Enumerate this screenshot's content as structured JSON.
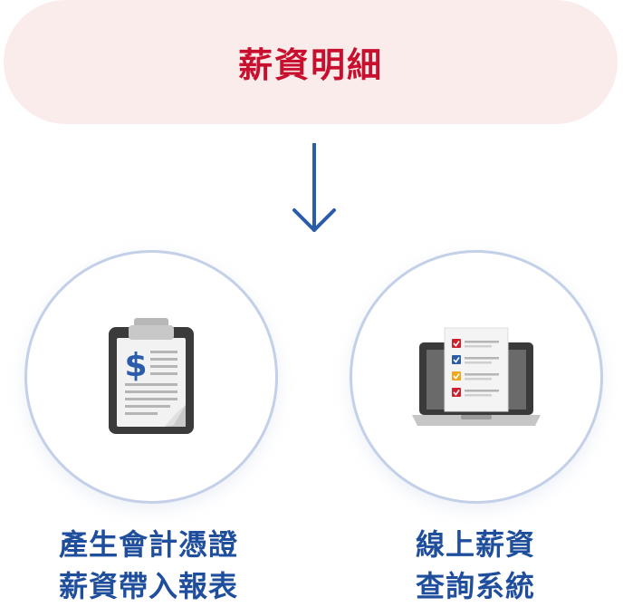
{
  "header": {
    "title": "薪資明細"
  },
  "nodes": [
    {
      "icon": "clipboard-dollar-icon",
      "caption_lines": [
        "產生會計憑證",
        "薪資帶入報表"
      ]
    },
    {
      "icon": "laptop-checklist-icon",
      "caption_lines": [
        "線上薪資",
        "查詢系統"
      ]
    }
  ],
  "colors": {
    "header_bg": "#fbecec",
    "header_text": "#c8102e",
    "arrow": "#2a5caa",
    "circle_border": "#c3d0e8",
    "caption_text": "#1f4e9c"
  }
}
